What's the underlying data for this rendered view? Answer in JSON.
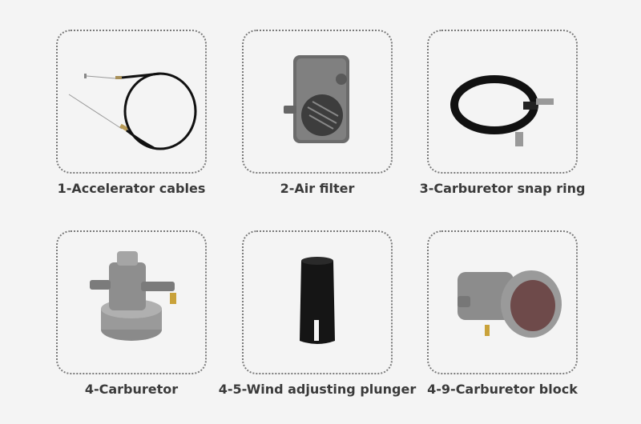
{
  "products": [
    {
      "label": "1-Accelerator cables"
    },
    {
      "label": "2-Air filter"
    },
    {
      "label": "3-Carburetor snap ring"
    },
    {
      "label": "4-Carburetor"
    },
    {
      "label": "4-5-Wind adjusting plunger"
    },
    {
      "label": "4-9-Carburetor block"
    }
  ]
}
